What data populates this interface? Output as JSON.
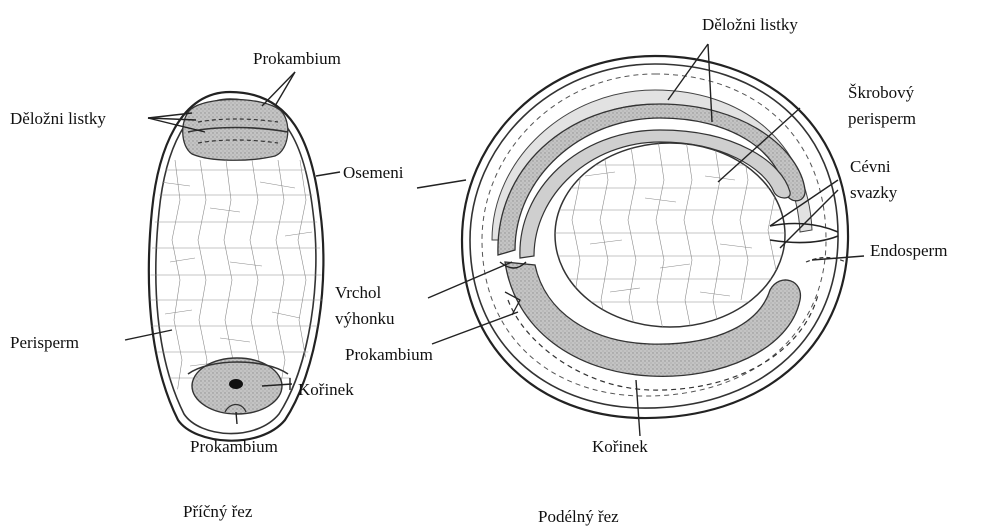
{
  "cross_section": {
    "caption": "Příčný řez",
    "labels": {
      "prokambium_top": "Prokambium",
      "delozni_listky": "Děložni listky",
      "osemeni": "Osemeni",
      "perisperm": "Perisperm",
      "korinek": "Kořinek",
      "prokambium_bottom": "Prokambium"
    }
  },
  "longitudinal_section": {
    "caption": "Podélný řez",
    "labels": {
      "delozni_listky": "Děložni listky",
      "skrobovy_line1": "Škrobový",
      "skrobovy_line2": "perisperm",
      "cevni_line1": "Cévni",
      "cevni_line2": "svazky",
      "endosperm": "Endosperm",
      "vrchol_line1": "Vrchol",
      "vrchol_line2": "výhonku",
      "prokambium": "Prokambium",
      "korinek": "Kořinek"
    }
  },
  "colors": {
    "ink": "#111111",
    "shade": "#b8b8b8",
    "shade_dark": "#9a9a9a"
  }
}
